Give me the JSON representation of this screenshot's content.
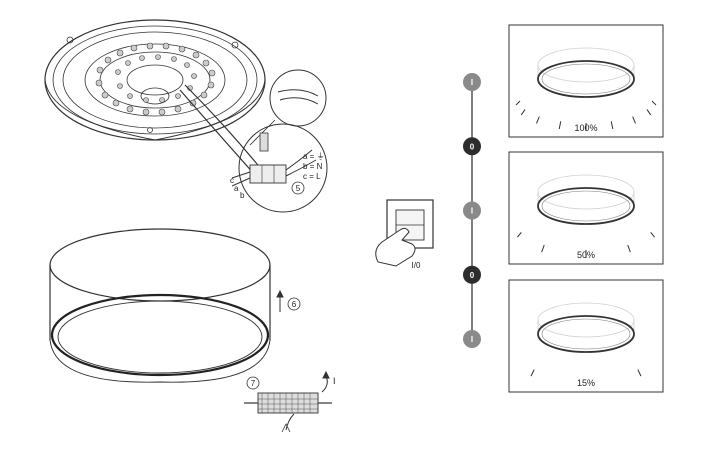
{
  "installation": {
    "step_5_number": "5",
    "step_6_number": "6",
    "step_7_number": "7",
    "wire_labels": {
      "a": "a",
      "b": "b",
      "c": "c",
      "legend_a": "a = ⏚",
      "legend_b": "b = N",
      "legend_c": "c = L"
    },
    "rotate_mark": "I"
  },
  "switch": {
    "label": "I/0"
  },
  "sequence": {
    "states": [
      {
        "label": "I",
        "color": "#8a8a8a"
      },
      {
        "label": "0",
        "color": "#2d2d2d"
      },
      {
        "label": "I",
        "color": "#8a8a8a"
      },
      {
        "label": "0",
        "color": "#2d2d2d"
      },
      {
        "label": "I",
        "color": "#8a8a8a"
      }
    ],
    "line_color": "#555555"
  },
  "brightness_panels": [
    {
      "label": "100%",
      "level": 1.0
    },
    {
      "label": "50%",
      "level": 0.5
    },
    {
      "label": "15%",
      "level": 0.15
    }
  ]
}
